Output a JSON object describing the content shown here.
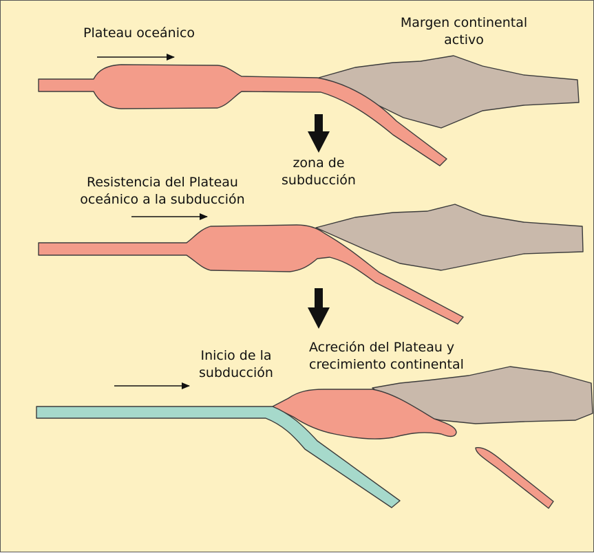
{
  "colors": {
    "background": "#fdf1c2",
    "plateau": "#f39c8a",
    "continent": "#c9b9ab",
    "new_plate": "#a6d9cb",
    "outline": "#3c3c3c"
  },
  "stage1": {
    "plateau_label": "Plateau oceánico",
    "margin_label_line1": "Margen continental",
    "margin_label_line2": "activo"
  },
  "step1": {
    "label_line1": "zona de",
    "label_line2": "subducción"
  },
  "stage2": {
    "label_line1": "Resistencia del Plateau",
    "label_line2": "oceánico a la subducción"
  },
  "stage3": {
    "new_subduction_line1": "Inicio de la",
    "new_subduction_line2": "subducción",
    "accretion_line1": "Acreción del Plateau y",
    "accretion_line2": "crecimiento continental"
  }
}
